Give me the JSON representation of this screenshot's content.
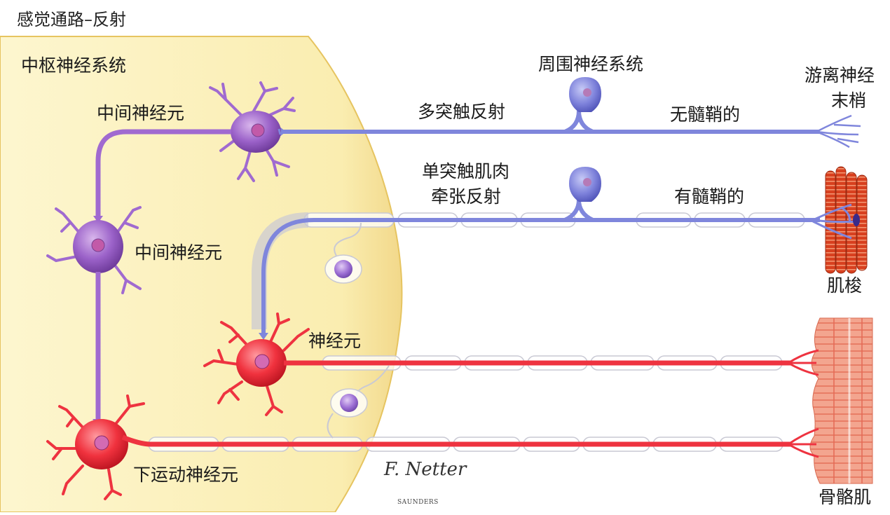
{
  "title": "感觉通路–反射",
  "labels": {
    "cns": "中枢神经系统",
    "pns": "周围神经系统",
    "interneuron_top": "中间神经元",
    "interneuron_mid": "中间神经元",
    "neuron": "神经元",
    "lower_motor_neuron": "下运动神经元",
    "polysynaptic_reflex": "多突触反射",
    "monosynaptic_line1": "单突触肌肉",
    "monosynaptic_line2": "牵张反射",
    "unmyelinated": "无髓鞘的",
    "myelinated": "有髓鞘的",
    "free_endings_line1": "游离神经",
    "free_endings_line2": "末梢",
    "muscle_spindle": "肌梭",
    "skeletal_muscle": "骨骼肌"
  },
  "signature": "F. Netter",
  "publisher": "SAUNDERS",
  "colors": {
    "cns_region": "#fbf0b4",
    "cns_border": "#e6c460",
    "sensory_fiber": "#7f86dc",
    "interneuron": "#a06ad0",
    "motor": "#ee3340",
    "muscle": "#d84a2a"
  }
}
